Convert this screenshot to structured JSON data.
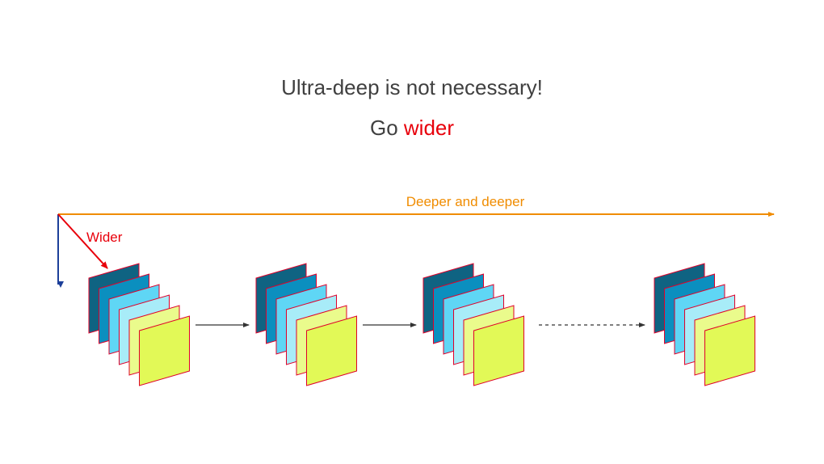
{
  "slide": {
    "title": "Ultra-deep is not necessary!",
    "subtitle_prefix": "Go ",
    "subtitle_highlight": "wider"
  },
  "diagram": {
    "depth_axis_label": "Deeper and deeper",
    "width_axis_label": "Wider",
    "stack_count": 4,
    "layers_per_stack": 6,
    "connectors": [
      "solid",
      "solid",
      "dashed"
    ]
  },
  "colors": {
    "title_text": "#404040",
    "accent_red": "#e8000b",
    "depth_axis": "#f08c00",
    "vertical_axis": "#1c3f99",
    "layer_outline": "#e0002a",
    "layer_fills": [
      "#0f6382",
      "#0b8fbf",
      "#5fd6f5",
      "#a8ecf8",
      "#eafb8c",
      "#e2f957"
    ]
  }
}
